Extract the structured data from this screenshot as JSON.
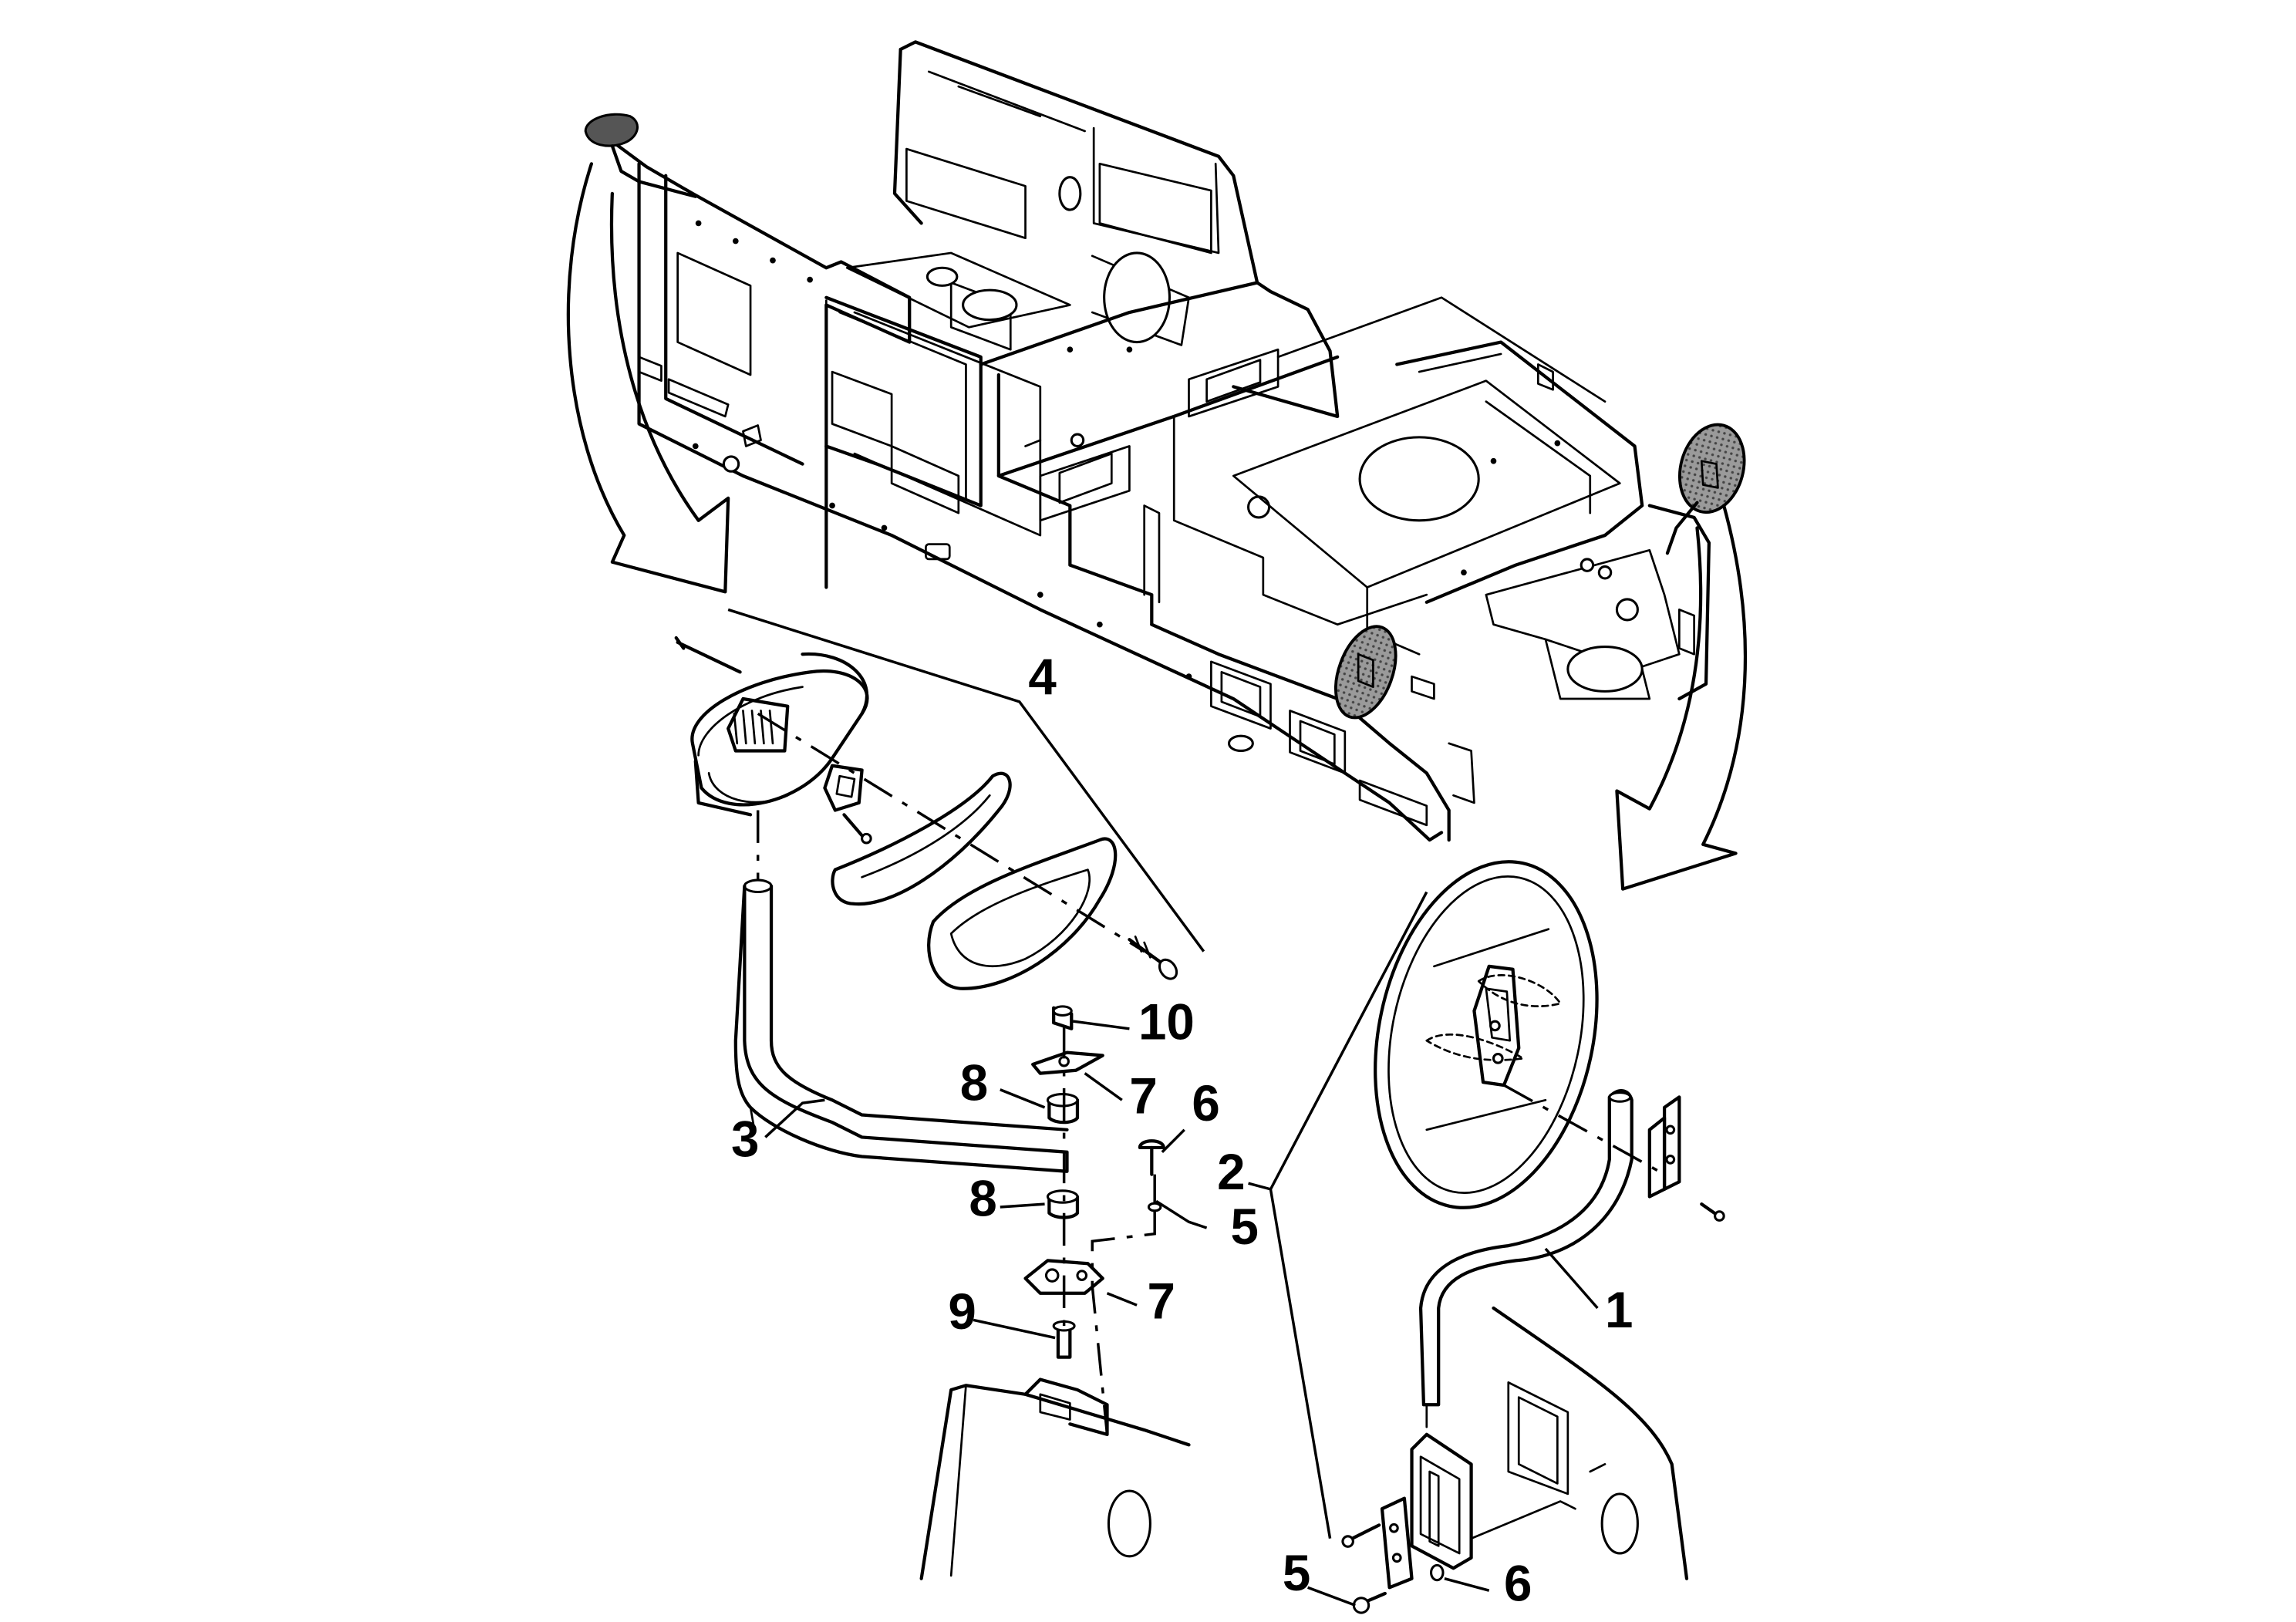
{
  "callouts": [
    {
      "id": "c1",
      "label": "1"
    },
    {
      "id": "c2",
      "label": "2"
    },
    {
      "id": "c3",
      "label": "3"
    },
    {
      "id": "c4",
      "label": "4"
    },
    {
      "id": "c5a",
      "label": "5"
    },
    {
      "id": "c5b",
      "label": "5"
    },
    {
      "id": "c6a",
      "label": "6"
    },
    {
      "id": "c6b",
      "label": "6"
    },
    {
      "id": "c7a",
      "label": "7"
    },
    {
      "id": "c7b",
      "label": "7"
    },
    {
      "id": "c8a",
      "label": "8"
    },
    {
      "id": "c8b",
      "label": "8"
    },
    {
      "id": "c9",
      "label": "9"
    },
    {
      "id": "c10",
      "label": "10"
    }
  ]
}
